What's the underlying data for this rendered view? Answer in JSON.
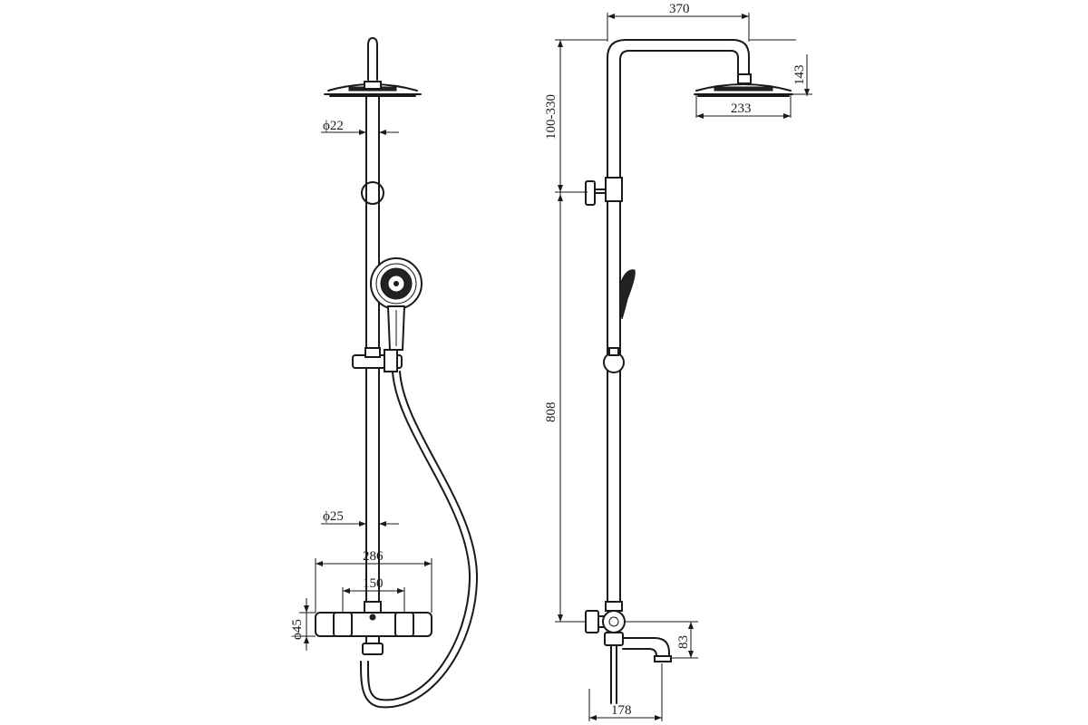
{
  "diagram": {
    "front_view": {
      "dim_rail_top_diameter": "ϕ22",
      "dim_rail_bottom_diameter": "ϕ25",
      "dim_mixer_width": "286",
      "dim_inlet_spacing": "150",
      "dim_mixer_diameter": "ϕ45"
    },
    "side_view": {
      "dim_arm_reach": "370",
      "dim_head_height": "143",
      "dim_head_diameter": "233",
      "dim_upper_adjust": "100-330",
      "dim_lower_height": "808",
      "dim_spout_height": "83",
      "dim_spout_projection": "178"
    }
  }
}
